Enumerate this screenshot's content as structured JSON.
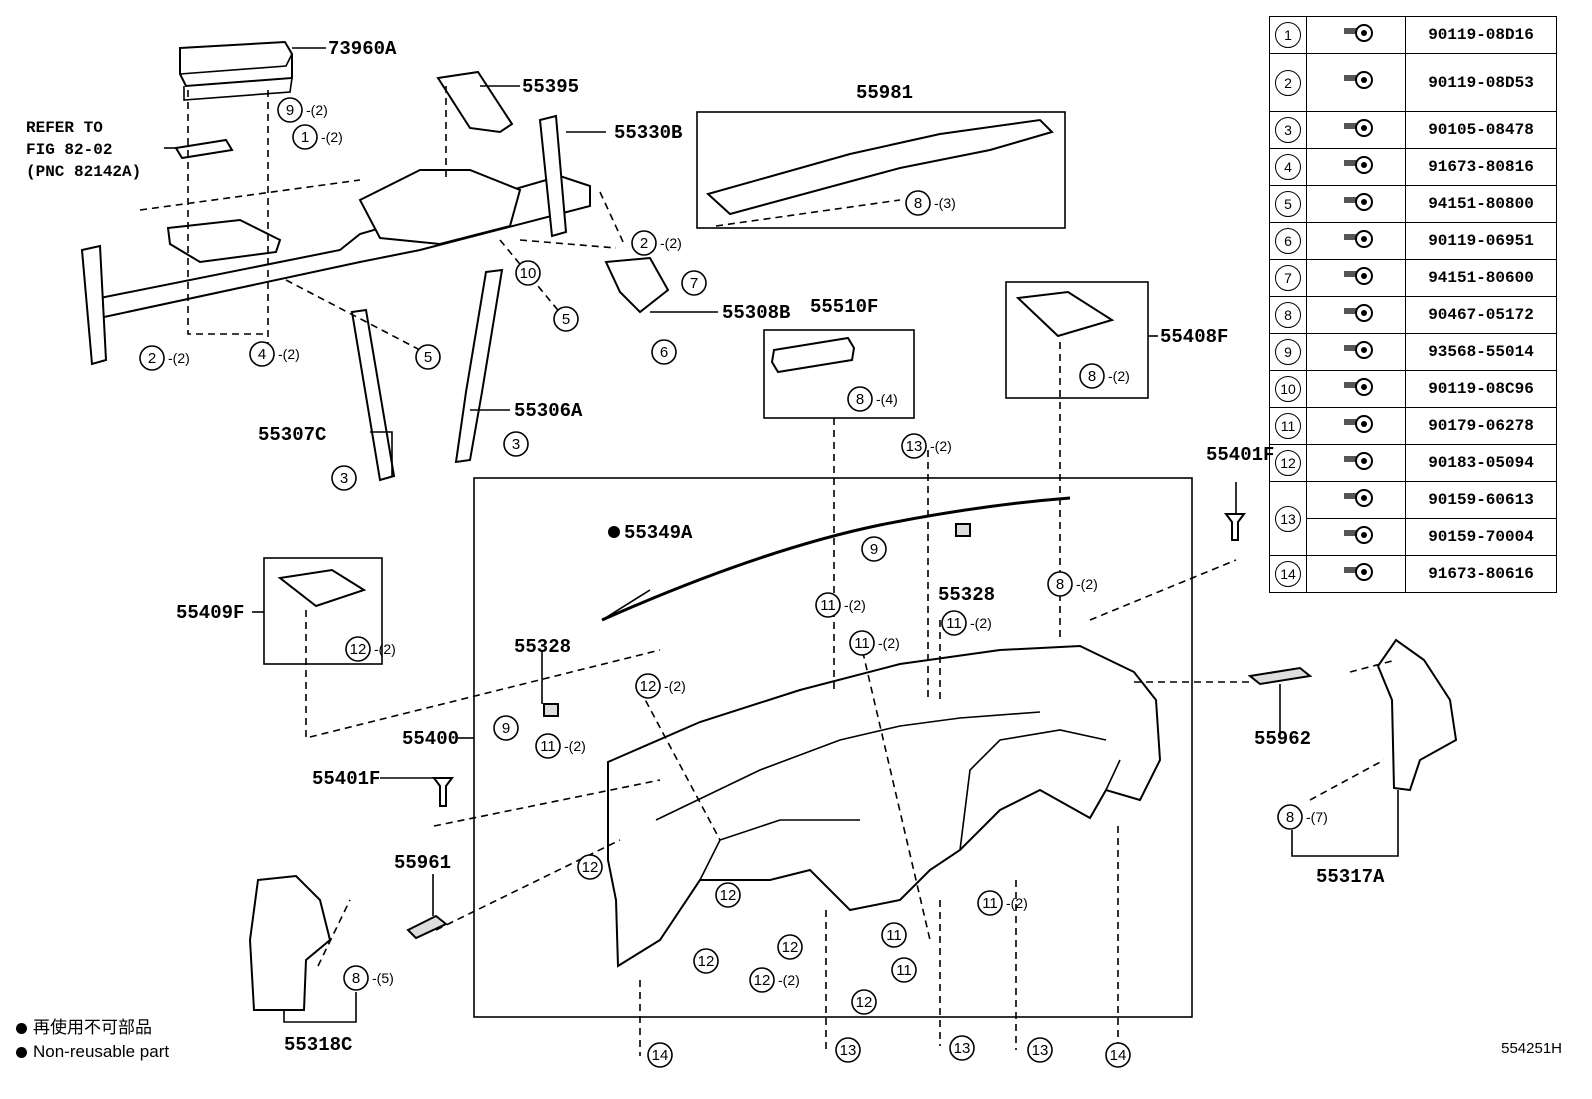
{
  "labels": {
    "p73960A": "73960A",
    "p55395": "55395",
    "p55330B": "55330B",
    "p55981": "55981",
    "p55308B": "55308B",
    "p55510F": "55510F",
    "p55408F": "55408F",
    "p55307C": "55307C",
    "p55306A": "55306A",
    "p55401F_top": "55401F",
    "p55349A": "55349A",
    "p55409F": "55409F",
    "p55328_a": "55328",
    "p55328_b": "55328",
    "p55400": "55400",
    "p55401F_left": "55401F",
    "p55962": "55962",
    "p55961": "55961",
    "p55317A": "55317A",
    "p55318C": "55318C"
  },
  "refer": {
    "line1": "REFER TO",
    "line2": "FIG 82-02",
    "line3": "(PNC 82142A)"
  },
  "callouts": [
    {
      "n": "9",
      "q": "(2)"
    },
    {
      "n": "1",
      "q": "(2)"
    },
    {
      "n": "2",
      "q": "(2)"
    },
    {
      "n": "10",
      "q": ""
    },
    {
      "n": "7",
      "q": ""
    },
    {
      "n": "5",
      "q": ""
    },
    {
      "n": "6",
      "q": ""
    },
    {
      "n": "2",
      "q": "(2)"
    },
    {
      "n": "4",
      "q": "(2)"
    },
    {
      "n": "5",
      "q": ""
    },
    {
      "n": "3",
      "q": ""
    },
    {
      "n": "3",
      "q": ""
    },
    {
      "n": "8",
      "q": "(3)"
    },
    {
      "n": "8",
      "q": "(4)"
    },
    {
      "n": "8",
      "q": "(2)"
    },
    {
      "n": "13",
      "q": "(2)"
    },
    {
      "n": "9",
      "q": ""
    },
    {
      "n": "11",
      "q": "(2)"
    },
    {
      "n": "11",
      "q": "(2)"
    },
    {
      "n": "11",
      "q": "(2)"
    },
    {
      "n": "12",
      "q": "(2)"
    },
    {
      "n": "8",
      "q": "(2)"
    },
    {
      "n": "12",
      "q": "(2)"
    },
    {
      "n": "9",
      "q": ""
    },
    {
      "n": "11",
      "q": "(2)"
    },
    {
      "n": "12",
      "q": ""
    },
    {
      "n": "12",
      "q": ""
    },
    {
      "n": "12",
      "q": ""
    },
    {
      "n": "12",
      "q": ""
    },
    {
      "n": "12",
      "q": "(2)"
    },
    {
      "n": "11",
      "q": ""
    },
    {
      "n": "11",
      "q": ""
    },
    {
      "n": "12",
      "q": ""
    },
    {
      "n": "11",
      "q": "(2)"
    },
    {
      "n": "8",
      "q": "(7)"
    },
    {
      "n": "8",
      "q": "(5)"
    },
    {
      "n": "14",
      "q": ""
    },
    {
      "n": "13",
      "q": ""
    },
    {
      "n": "13",
      "q": ""
    },
    {
      "n": "13",
      "q": ""
    },
    {
      "n": "14",
      "q": ""
    }
  ],
  "parts_table": [
    {
      "n": "1",
      "codes": [
        "90119-08D16"
      ]
    },
    {
      "n": "2",
      "codes": [
        "90119-08D53"
      ]
    },
    {
      "n": "3",
      "codes": [
        "90105-08478"
      ]
    },
    {
      "n": "4",
      "codes": [
        "91673-80816"
      ]
    },
    {
      "n": "5",
      "codes": [
        "94151-80800"
      ]
    },
    {
      "n": "6",
      "codes": [
        "90119-06951"
      ]
    },
    {
      "n": "7",
      "codes": [
        "94151-80600"
      ]
    },
    {
      "n": "8",
      "codes": [
        "90467-05172"
      ]
    },
    {
      "n": "9",
      "codes": [
        "93568-55014"
      ]
    },
    {
      "n": "10",
      "codes": [
        "90119-08C96"
      ]
    },
    {
      "n": "11",
      "codes": [
        "90179-06278"
      ]
    },
    {
      "n": "12",
      "codes": [
        "90183-05094"
      ]
    },
    {
      "n": "13",
      "codes": [
        "90159-60613",
        "90159-70004"
      ]
    },
    {
      "n": "14",
      "codes": [
        "91673-80616"
      ]
    }
  ],
  "legend": {
    "line1": "再使用不可部品",
    "line2": "Non-reusable part"
  },
  "diagram_code": "554251H"
}
